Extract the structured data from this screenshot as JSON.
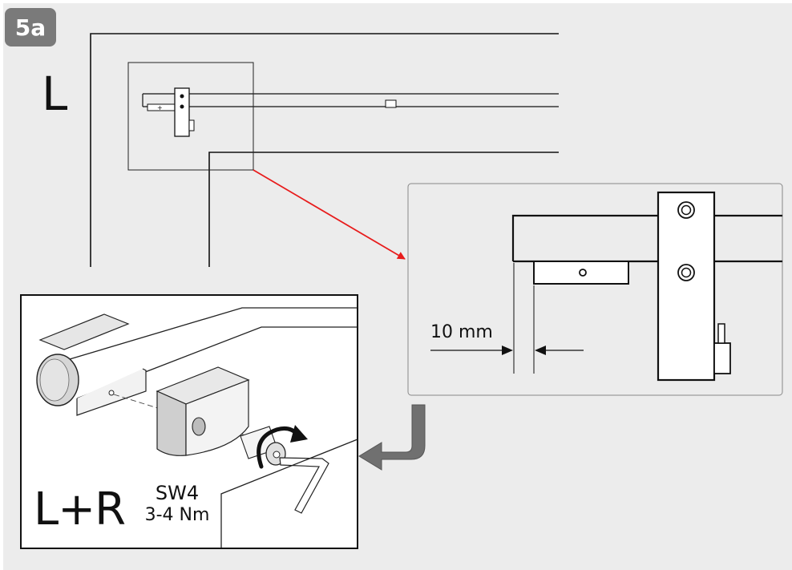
{
  "step_badge": "5a",
  "overview": {
    "side_label": "L"
  },
  "detail": {
    "gap_label": "10 mm"
  },
  "install": {
    "side_label": "L+R",
    "tool_size": "SW4",
    "torque": "3-4 Nm"
  },
  "colors": {
    "background": "#ececec",
    "badge": "#7a7a7a",
    "pointer_arrow": "#e81c1c",
    "flow_arrow": "#707070"
  }
}
